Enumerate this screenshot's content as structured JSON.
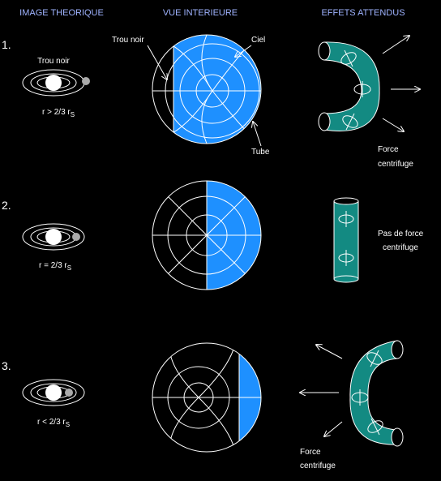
{
  "headers": {
    "col1": "IMAGE  THEORIQUE",
    "col2": "VUE INTERIEURE",
    "col3": "EFFETS ATTENDUS"
  },
  "rows": [
    {
      "number": "1.",
      "orbit_label": "Trou noir",
      "radius_rel": "r > 2/3 r",
      "radius_sub": "S",
      "view_labels": {
        "trou_noir": "Trou noir",
        "ciel": "Ciel",
        "tube": "Tube"
      },
      "effect_label_1": "Force",
      "effect_label_2": "centrifuge",
      "sky_fraction": 0.8
    },
    {
      "number": "2.",
      "radius_rel": "r = 2/3 r",
      "radius_sub": "S",
      "effect_label_1": "Pas de force",
      "effect_label_2": "centrifuge",
      "sky_fraction": 0.5
    },
    {
      "number": "3.",
      "radius_rel": "r < 2/3 r",
      "radius_sub": "S",
      "effect_label_1": "Force",
      "effect_label_2": "centrifuge",
      "sky_fraction": 0.2
    }
  ],
  "colors": {
    "sky": "#1e90ff",
    "tube": "#138a82",
    "black_hole": "#000000",
    "line": "#ffffff"
  }
}
